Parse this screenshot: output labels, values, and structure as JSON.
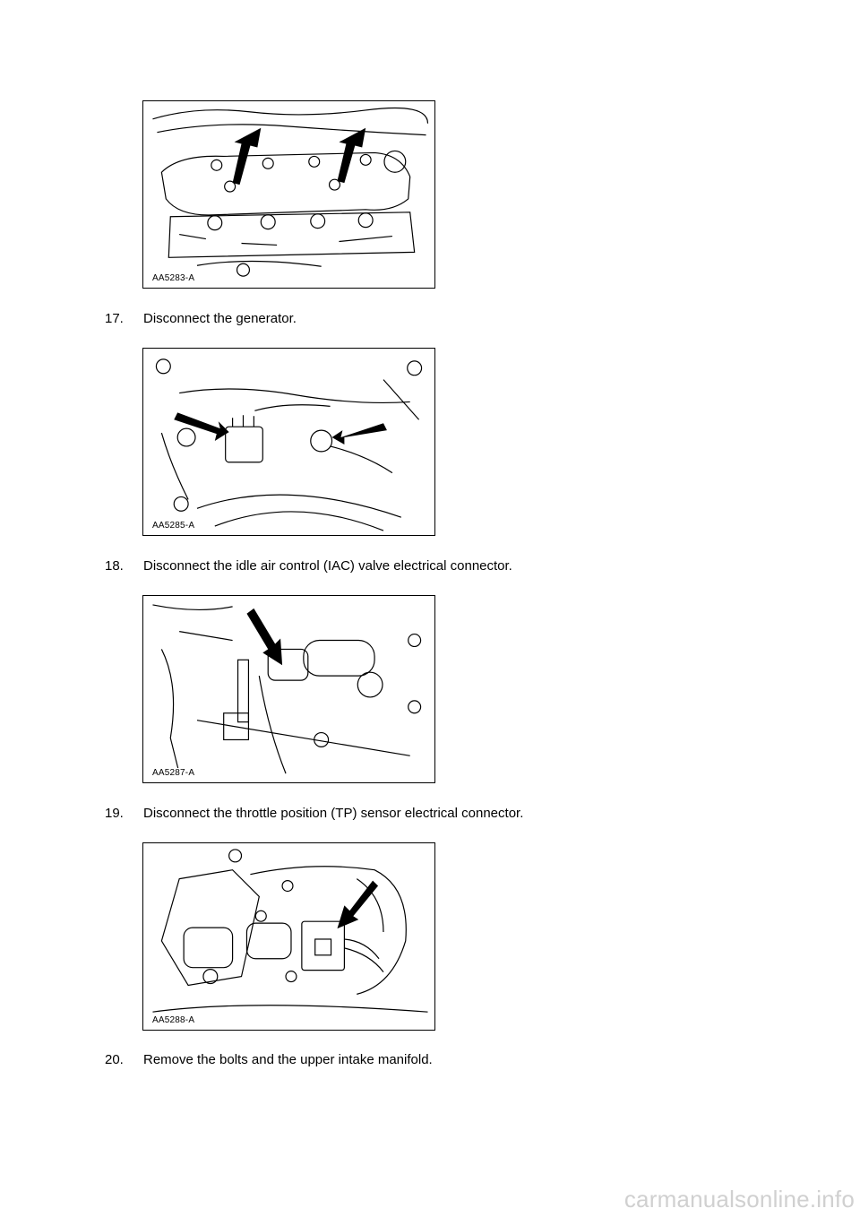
{
  "figures": [
    {
      "label": "AA5283-A",
      "icon": "ignition-coil-cover-bolts-illustration"
    },
    {
      "label": "AA5285-A",
      "icon": "generator-connector-illustration"
    },
    {
      "label": "AA5287-A",
      "icon": "iac-valve-connector-illustration"
    },
    {
      "label": "AA5288-A",
      "icon": "tp-sensor-connector-illustration"
    }
  ],
  "steps": [
    {
      "number": "17.",
      "text": "Disconnect the generator."
    },
    {
      "number": "18.",
      "text": "Disconnect the idle air control (IAC) valve electrical connector."
    },
    {
      "number": "19.",
      "text": "Disconnect the throttle position (TP) sensor electrical connector."
    },
    {
      "number": "20.",
      "text": "Remove the bolts and the upper intake manifold."
    }
  ],
  "watermark": "carmanualsonline.info",
  "colors": {
    "line": "#000000",
    "watermark": "#d0d0d0"
  }
}
